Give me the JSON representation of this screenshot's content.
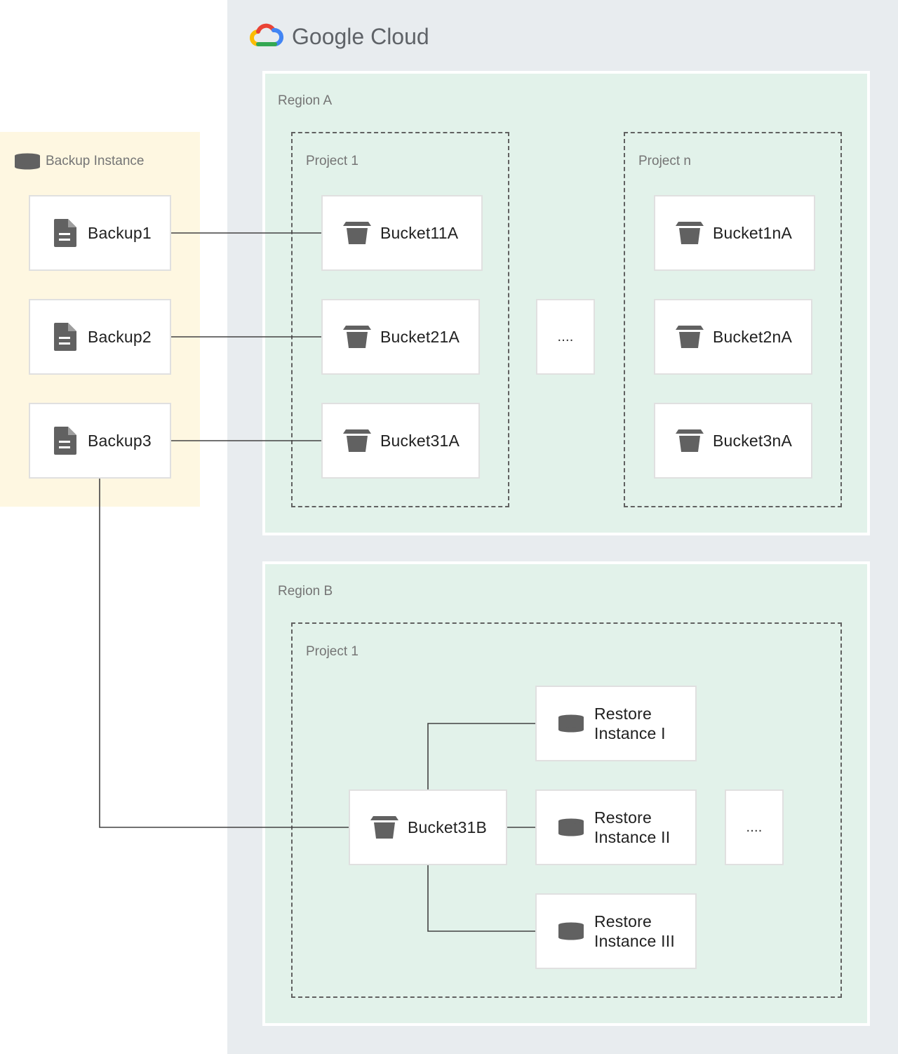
{
  "brand": {
    "name": "Google Cloud",
    "icon": "google-cloud-logo-icon",
    "colors": [
      "#ea4335",
      "#4285f4",
      "#34a853",
      "#fbbc04"
    ]
  },
  "backup_instance": {
    "label": "Backup Instance",
    "icon": "database-icon",
    "items": [
      {
        "label": "Backup1",
        "icon": "document-icon"
      },
      {
        "label": "Backup2",
        "icon": "document-icon"
      },
      {
        "label": "Backup3",
        "icon": "document-icon"
      }
    ]
  },
  "region_a": {
    "label": "Region A",
    "project_1": {
      "label": "Project 1",
      "buckets": [
        "Bucket11A",
        "Bucket21A",
        "Bucket31A"
      ]
    },
    "ellipsis": "....",
    "project_n": {
      "label": "Project n",
      "buckets": [
        "Bucket1nA",
        "Bucket2nA",
        "Bucket3nA"
      ]
    }
  },
  "region_b": {
    "label": "Region B",
    "project_1": {
      "label": "Project 1",
      "bucket": "Bucket31B",
      "restores": [
        "Restore Instance I",
        "Restore Instance II",
        "Restore Instance III"
      ],
      "ellipsis": "...."
    }
  },
  "colors": {
    "gcp_background": "#e8ecef",
    "backup_background": "#fef7e1",
    "region_background": "#e2f2ea",
    "icon": "#616161",
    "connector": "#424242"
  }
}
